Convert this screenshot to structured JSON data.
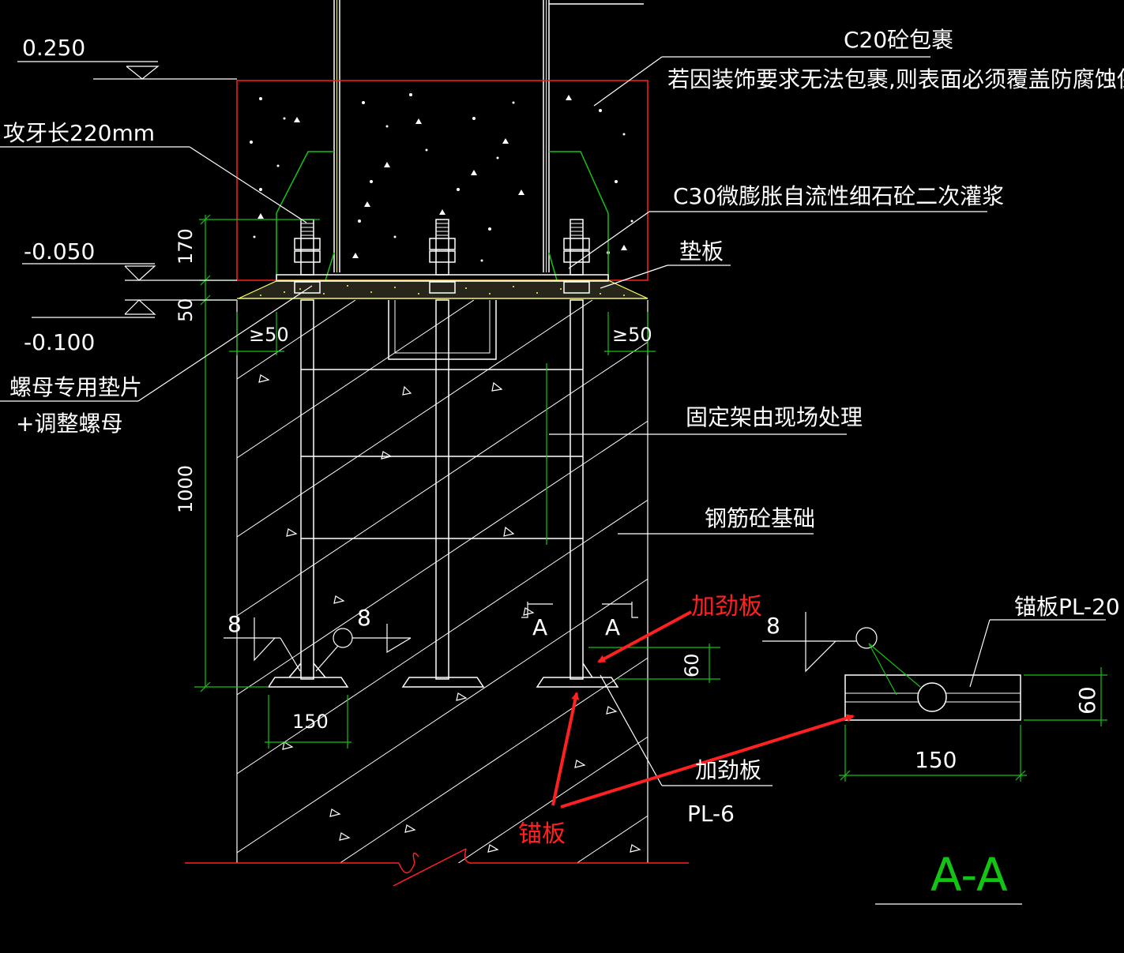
{
  "elevations": {
    "top": "0.250",
    "middle": "-0.050",
    "bottom": "-0.100"
  },
  "labels": {
    "concrete_encasement": "C20砼包裹",
    "corrosion_note": "若因装饰要求无法包裹,则表面必须覆盖防腐蚀保护层",
    "thread_length": "攻牙长220mm",
    "grout": "C30微膨胀自流性细石砼二次灌浆",
    "shim_plate": "垫板",
    "nut_washer_line1": "螺母专用垫片",
    "nut_washer_line2": "+调整螺母",
    "fixed_frame": "固定架由现场处理",
    "rc_foundation": "钢筋砼基础",
    "stiffener": "加劲板",
    "stiffener_plate": "PL-6",
    "anchor_plate_pl": "锚板PL-20",
    "section_title": "A-A"
  },
  "dimensions": {
    "d170": "170",
    "d50": "50",
    "d1000": "1000",
    "ge50_left": "≥50",
    "ge50_right": "≥50",
    "d150": "150",
    "d60": "60",
    "weld_8_a": "8",
    "weld_8_b": "8",
    "weld_8_c": "8",
    "section_mark_a1": "A",
    "section_mark_a2": "A",
    "detail_150": "150",
    "detail_60": "60"
  },
  "annotations": {
    "stiffener_red": "加劲板",
    "anchor_plate_red": "锚板"
  },
  "colors": {
    "background": "#000000",
    "text": "#ffffff",
    "concrete_outline": "#ff2020",
    "dimension": "#14c414",
    "grout": "#ffff66",
    "annotation_arrow": "#ff2020"
  }
}
